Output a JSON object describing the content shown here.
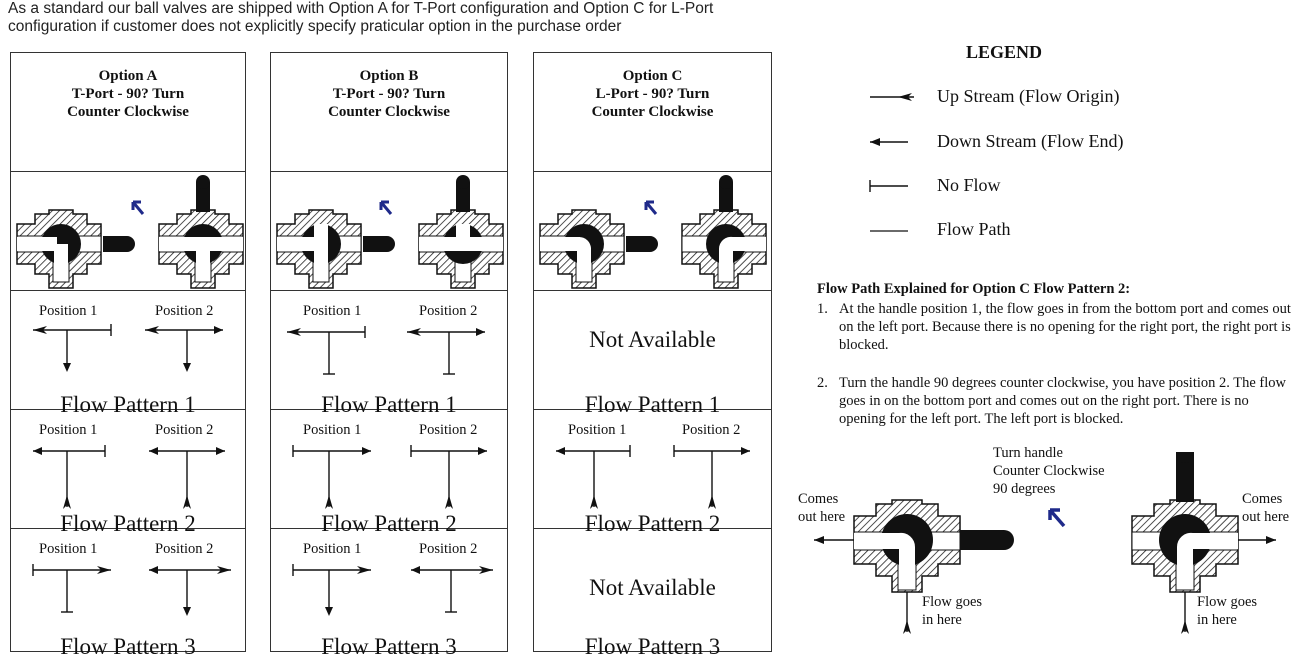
{
  "intro": {
    "line1": "As a standard our ball valves are shipped with Option A for T-Port configuration and Option C for L-Port",
    "line2": "configuration if customer does not explicitly specify praticular option in the purchase order"
  },
  "options": [
    {
      "title": "Option A",
      "subtitle": "T-Port - 90? Turn",
      "rotation": "Counter Clockwise"
    },
    {
      "title": "Option B",
      "subtitle": "T-Port - 90? Turn",
      "rotation": "Counter Clockwise"
    },
    {
      "title": "Option C",
      "subtitle": "L-Port - 90? Turn",
      "rotation": "Counter Clockwise"
    }
  ],
  "labels": {
    "position1": "Position 1",
    "position2": "Position 2",
    "pattern1": "Flow Pattern 1",
    "pattern2": "Flow Pattern 2",
    "pattern3": "Flow Pattern 3",
    "not_available": "Not Available"
  },
  "legend": {
    "title": "LEGEND",
    "items": [
      "Up Stream (Flow Origin)",
      "Down Stream (Flow End)",
      "No Flow",
      "Flow Path"
    ]
  },
  "explanation": {
    "title": "Flow Path Explained for Option C Flow Pattern 2:",
    "items": [
      {
        "num": "1.",
        "text": "At the handle position 1, the flow goes in from the bottom port and comes out on the left port.  Because there is no opening for the right port, the right port is blocked."
      },
      {
        "num": "2.",
        "text": "Turn the handle 90 degrees counter clockwise, you have position 2.  The flow goes in on the bottom port and comes out on the right port.  There is no opening for the left port.  The left port is blocked."
      }
    ]
  },
  "diagram": {
    "turn_line1": "Turn handle",
    "turn_line2": "Counter Clockwise",
    "turn_line3": "90 degrees",
    "comes_out_line1": "Comes",
    "comes_out_line2": "out here",
    "flow_goes_line1": "Flow goes",
    "flow_goes_line2": "in here"
  },
  "colors": {
    "rotation_arrow": "#1f2a8a",
    "line": "#111111"
  }
}
